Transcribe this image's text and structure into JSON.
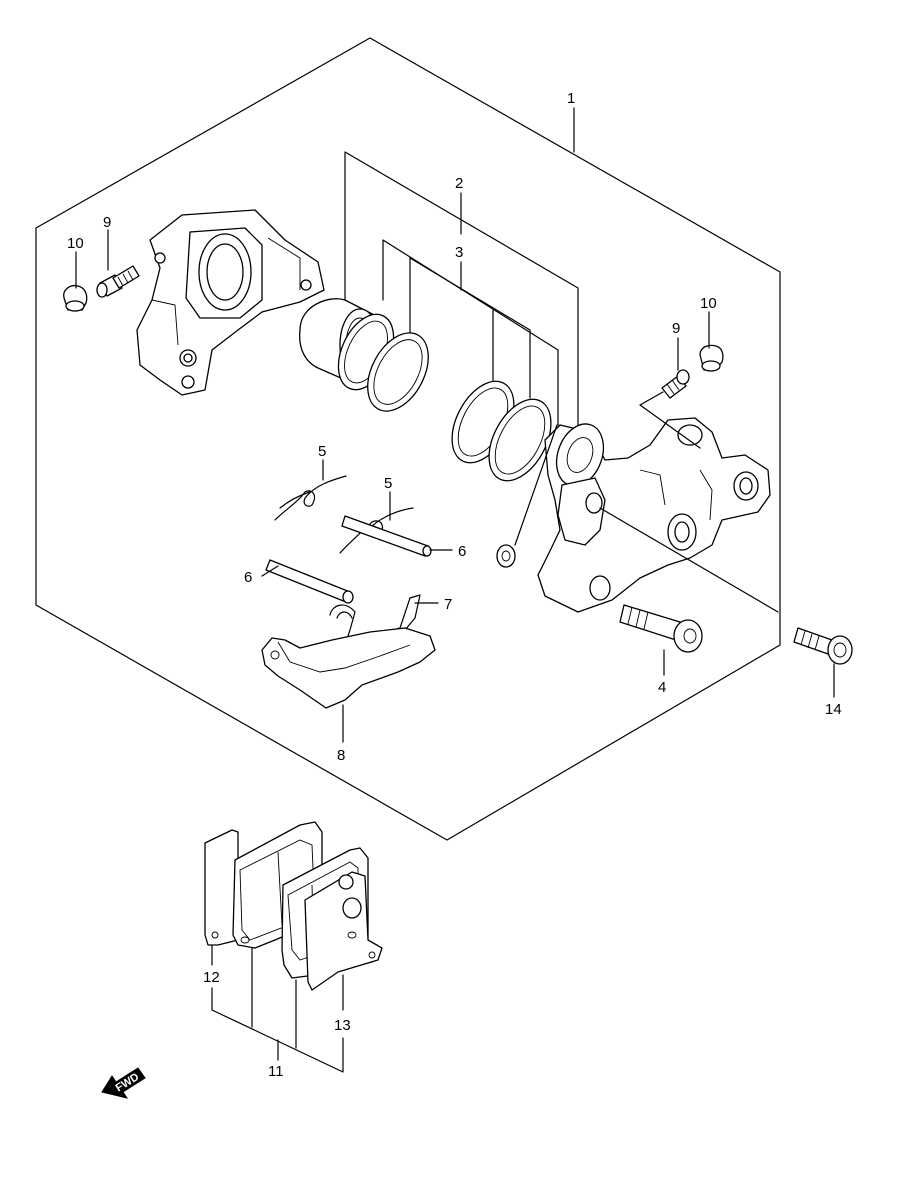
{
  "callouts": {
    "c1": "1",
    "c2": "2",
    "c3": "3",
    "c4": "4",
    "c5a": "5",
    "c5b": "5",
    "c6a": "6",
    "c6b": "6",
    "c7": "7",
    "c8": "8",
    "c9a": "9",
    "c9b": "9",
    "c10a": "10",
    "c10b": "10",
    "c11": "11",
    "c12": "12",
    "c13": "13",
    "c14": "14"
  },
  "fwd_label": "FWD"
}
